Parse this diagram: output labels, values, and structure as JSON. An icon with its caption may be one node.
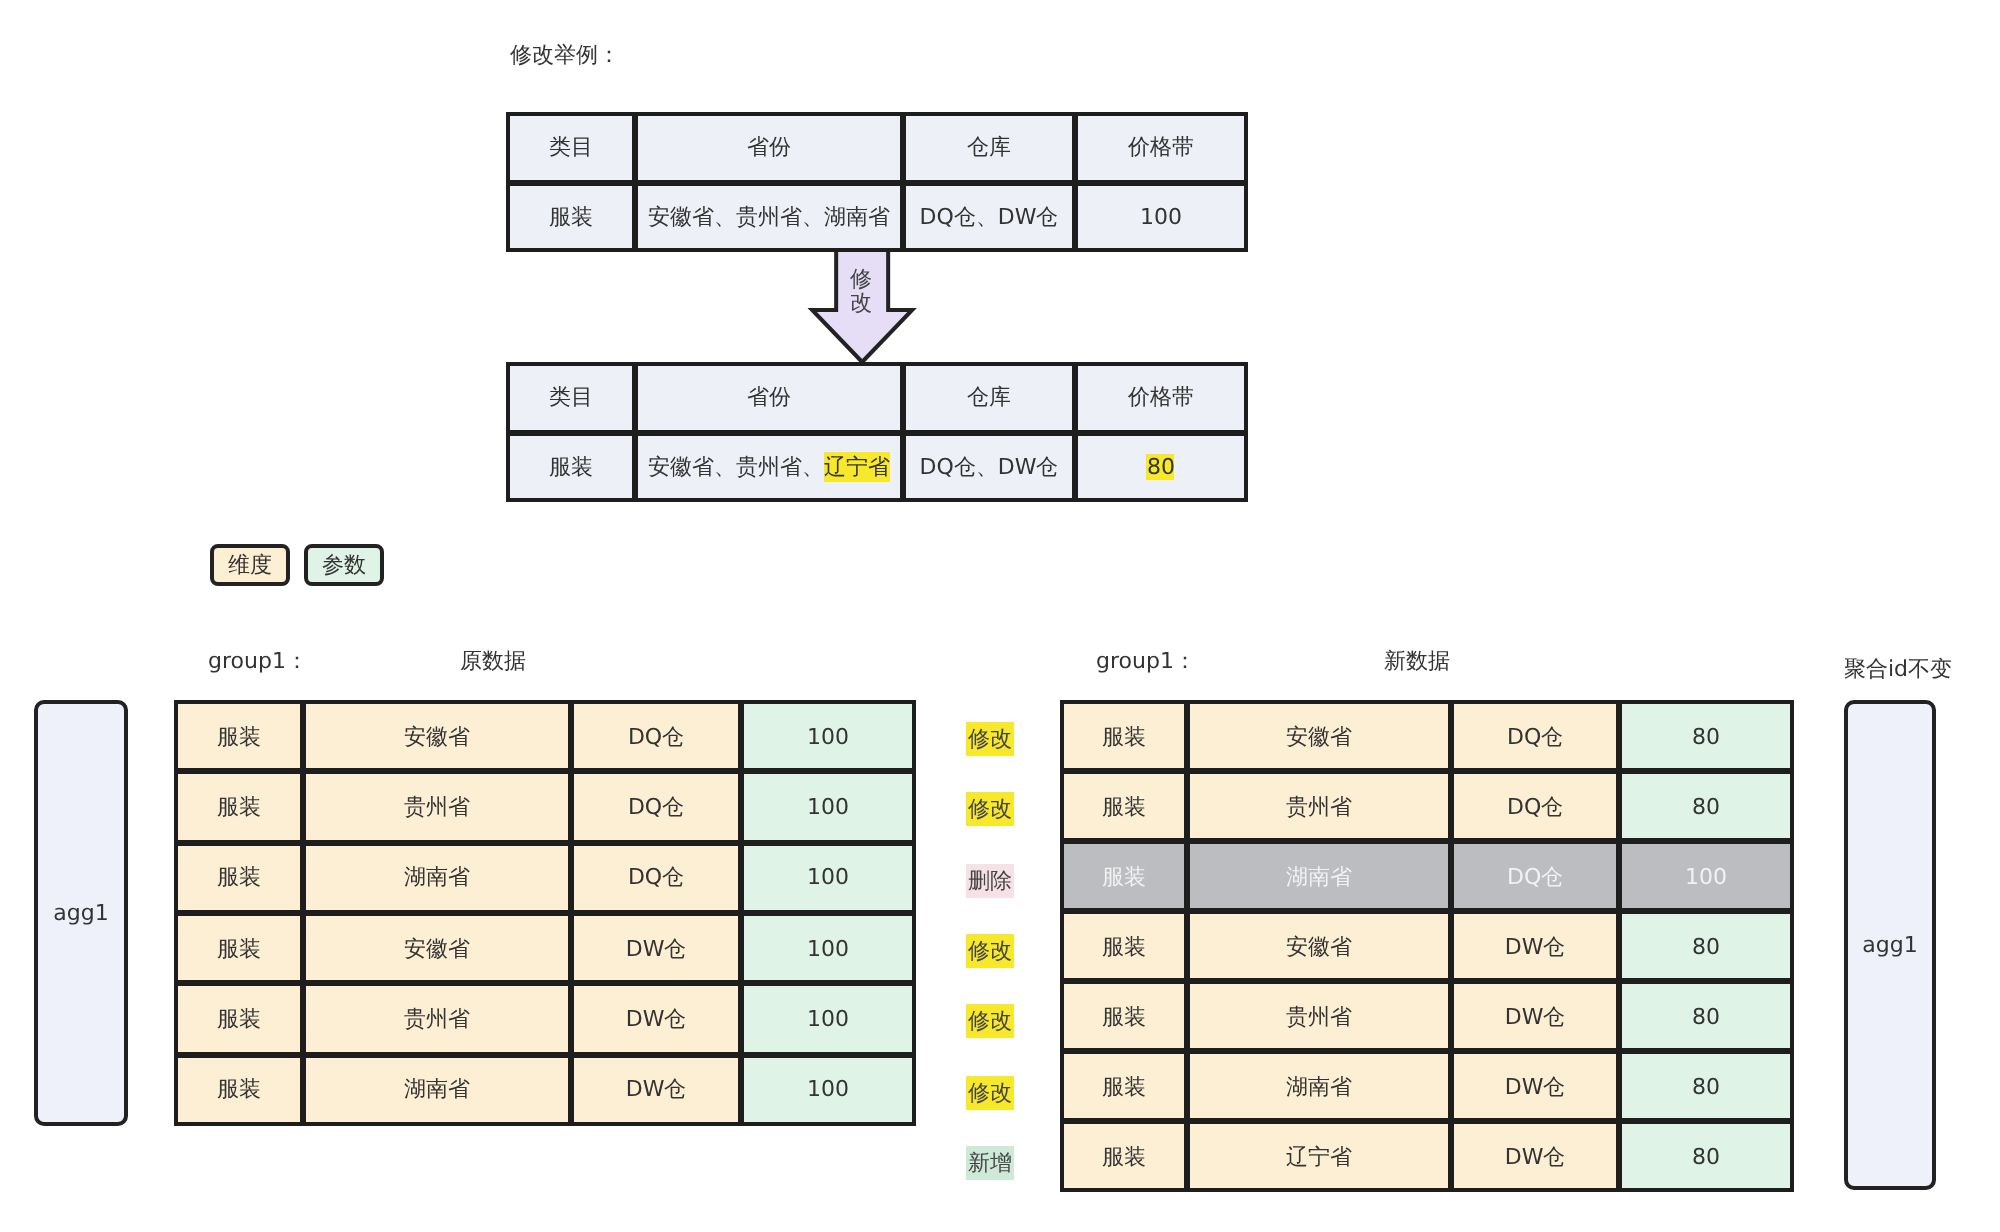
{
  "diagram": {
    "nodes": [
      {
        "text": [],
        "shape": "box"
      },
      {
        "text": [
          "类目"
        ],
        "in": 0
      },
      {
        "text": [
          "省份"
        ],
        "in": 0
      },
      {
        "text": [
          "仓库"
        ],
        "in": 0
      },
      {
        "text": [
          "价格带"
        ],
        "in": 0
      },
      {
        "text": [
          "服装"
        ],
        "in": 0
      },
      {
        "text": [
          "安徽省、贵州省、湖南省"
        ],
        "in": 0
      },
      {
        "text": [
          "DQ仓、DW仓"
        ],
        "in": 0
      },
      {
        "text": [
          "100"
        ],
        "in": 0
      },
      {
        "text": [],
        "shape": "box"
      },
      {
        "text": [
          "类目"
        ],
        "in": 9
      },
      {
        "text": [
          "省份"
        ],
        "in": 9
      },
      {
        "text": [
          "仓库"
        ],
        "in": 9
      },
      {
        "text": [
          "价格带"
        ],
        "in": 9
      },
      {
        "text": [
          "服装"
        ],
        "in": 9
      },
      {
        "text": [
          "安徽省、贵州省、",
          "辽宁省"
        ],
        "in": 9
      },
      {
        "text": [
          "DQ仓、DW仓"
        ],
        "in": 9
      },
      {
        "text": [
          "80"
        ],
        "in": 9
      },
      {
        "text": [
          "agg1"
        ]
      },
      {
        "text": [],
        "shape": "box"
      },
      {
        "text": [
          "服装"
        ],
        "in": 19
      },
      {
        "text": [
          "安徽省"
        ],
        "in": 19
      },
      {
        "text": [
          "DQ仓"
        ],
        "in": 19
      },
      {
        "text": [
          "100"
        ],
        "in": 19
      },
      {
        "text": [
          "服装"
        ],
        "in": 19
      },
      {
        "text": [
          "贵州省"
        ],
        "in": 19
      },
      {
        "text": [
          "DQ仓"
        ],
        "in": 19
      },
      {
        "text": [
          "100"
        ],
        "in": 19
      },
      {
        "text": [
          "服装"
        ],
        "in": 19
      },
      {
        "text": [
          "湖南省"
        ],
        "in": 19
      },
      {
        "text": [
          "DQ仓"
        ],
        "in": 19
      },
      {
        "text": [
          "100"
        ],
        "in": 19
      },
      {
        "text": [
          "服装"
        ],
        "in": 19
      },
      {
        "text": [
          "安徽省"
        ],
        "in": 19
      },
      {
        "text": [
          "DW仓"
        ],
        "in": 19
      },
      {
        "text": [
          "100"
        ],
        "in": 19
      },
      {
        "text": [
          "服装"
        ],
        "in": 19
      },
      {
        "text": [
          "贵州省"
        ],
        "in": 19
      },
      {
        "text": [
          "DW仓"
        ],
        "in": 19
      },
      {
        "text": [
          "100"
        ],
        "in": 19
      },
      {
        "text": [
          "服装"
        ],
        "in": 19
      },
      {
        "text": [
          "湖南省"
        ],
        "in": 19
      },
      {
        "text": [
          "DW仓"
        ],
        "in": 19
      },
      {
        "text": [
          "100"
        ],
        "in": 19
      },
      {
        "text": [
          "修改"
        ]
      },
      {
        "text": [
          "修改"
        ]
      },
      {
        "text": [
          "删除"
        ]
      },
      {
        "text": [
          "修改"
        ]
      },
      {
        "text": [
          "修改"
        ]
      },
      {
        "text": [
          "修改"
        ]
      },
      {
        "text": [
          "新增"
        ]
      },
      {
        "text": [],
        "shape": "box"
      },
      {
        "text": [
          "服装"
        ],
        "in": 51
      },
      {
        "text": [
          "安徽省"
        ],
        "in": 51
      },
      {
        "text": [
          "DQ仓"
        ],
        "in": 51
      },
      {
        "text": [
          "80"
        ],
        "in": 51
      },
      {
        "text": [
          "服装"
        ],
        "in": 51
      },
      {
        "text": [
          "贵州省"
        ],
        "in": 51
      },
      {
        "text": [
          "DQ仓"
        ],
        "in": 51
      },
      {
        "text": [
          "80"
        ],
        "in": 51
      },
      {
        "text": [
          "服装"
        ],
        "in": 51
      },
      {
        "text": [
          "湖南省"
        ],
        "in": 51
      },
      {
        "text": [
          "DQ仓"
        ],
        "in": 51
      },
      {
        "text": [
          "100"
        ],
        "in": 51
      },
      {
        "text": [
          "服装"
        ],
        "in": 51
      },
      {
        "text": [
          "安徽省"
        ],
        "in": 51
      },
      {
        "text": [
          "DW仓"
        ],
        "in": 51
      },
      {
        "text": [
          "80"
        ],
        "in": 51
      },
      {
        "text": [
          "服装"
        ],
        "in": 51
      },
      {
        "text": [
          "贵州省"
        ],
        "in": 51
      },
      {
        "text": [
          "DW仓"
        ],
        "in": 51
      },
      {
        "text": [
          "80"
        ],
        "in": 51
      },
      {
        "text": [
          "服装"
        ],
        "in": 51
      },
      {
        "text": [
          "湖南省"
        ],
        "in": 51
      },
      {
        "text": [
          "DW仓"
        ],
        "in": 51
      },
      {
        "text": [
          "80"
        ],
        "in": 51
      },
      {
        "text": [
          "服装"
        ],
        "in": 51
      },
      {
        "text": [
          "辽宁省"
        ],
        "in": 51
      },
      {
        "text": [
          "DW仓"
        ],
        "in": 51
      },
      {
        "text": [
          "80"
        ],
        "in": 51
      },
      {
        "text": [
          "agg1"
        ],
        "beside": [
          "聚合id不变"
        ]
      }
    ],
    "edges": [
      {
        "from": 0,
        "to": 9,
        "arrow": "to",
        "label": "修改",
        "style": "thick"
      }
    ],
    "labels": [
      "修改举例：",
      "group1：",
      "原数据",
      "group1：",
      "新数据"
    ],
    "legend": [
      {
        "text": "维度",
        "color": "#fdefd3"
      },
      {
        "text": "参数",
        "color": "#dff3e7"
      }
    ]
  }
}
